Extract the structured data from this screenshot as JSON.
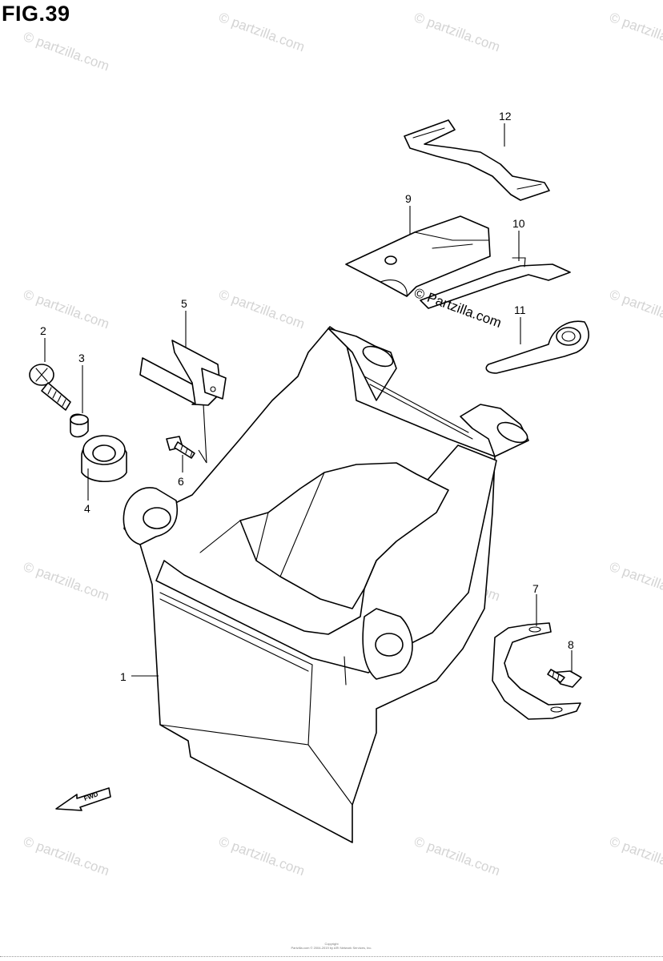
{
  "figure": {
    "title": "FIG.39"
  },
  "watermark": {
    "text": "© partzilla.com",
    "overlay_text": "© Partzilla.com"
  },
  "parts": [
    {
      "number": "1"
    },
    {
      "number": "2"
    },
    {
      "number": "3"
    },
    {
      "number": "4"
    },
    {
      "number": "5"
    },
    {
      "number": "6"
    },
    {
      "number": "7"
    },
    {
      "number": "8"
    },
    {
      "number": "9"
    },
    {
      "number": "10"
    },
    {
      "number": "11"
    },
    {
      "number": "12"
    }
  ],
  "fwd_arrow": {
    "label": "FWD"
  },
  "footer": {
    "line1": "Copyright",
    "line2": "Partzilla.com © 2004-2019 by ARI Network Services, Inc."
  }
}
